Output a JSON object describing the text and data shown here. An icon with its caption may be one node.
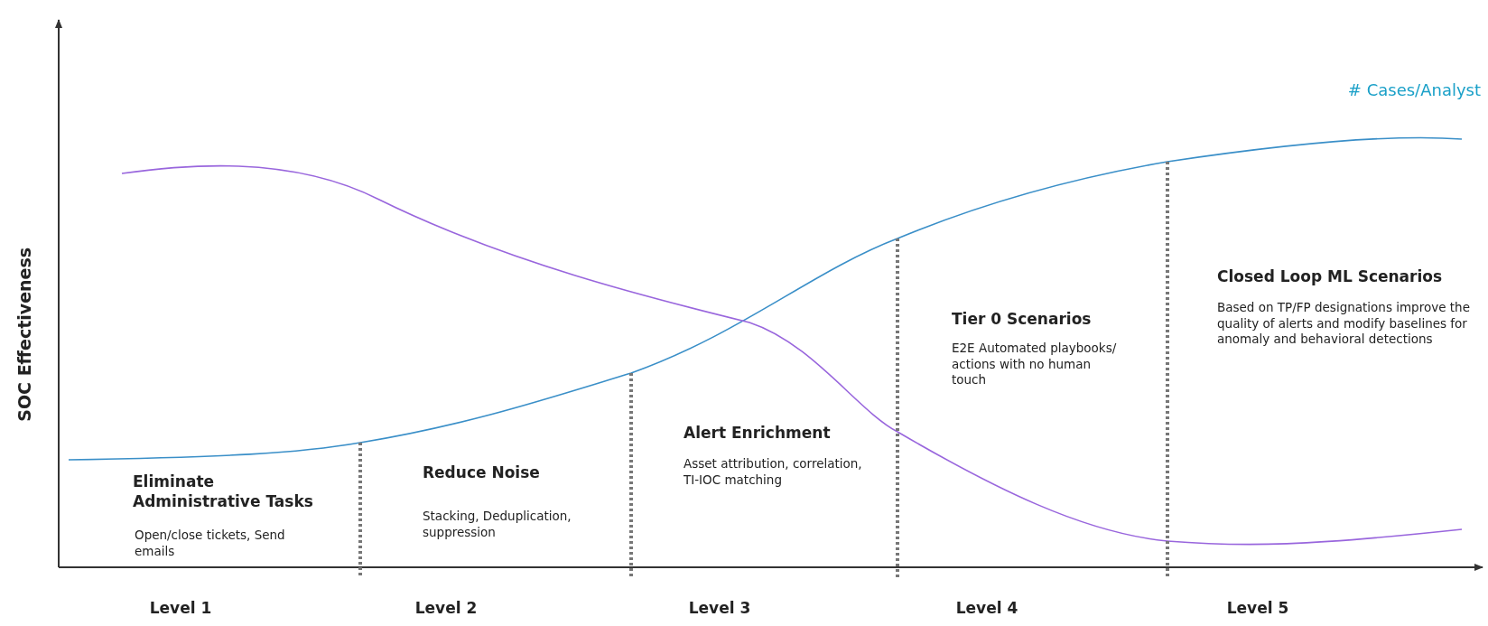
{
  "diagram": {
    "labels": [
      "# Cases/Analyst",
      "SOC Effectiveness",
      "Eliminate Administrative Tasks",
      "Open/close tickets, Send emails",
      "Reduce Noise",
      "Stacking, Deduplication, suppression",
      "Alert Enrichment",
      "Asset attribution, correlation, TI-IOC matching",
      "Tier 0 Scenarios",
      "E2E Automated playbooks/ actions with no human touch",
      "Closed Loop ML Scenarios",
      "Based on TP/FP designations improve the quality of alerts and modify baselines for anomaly and behavioral detections",
      "Level 1",
      "Level 2",
      "Level 3",
      "Level 4",
      "Level 5"
    ]
  }
}
